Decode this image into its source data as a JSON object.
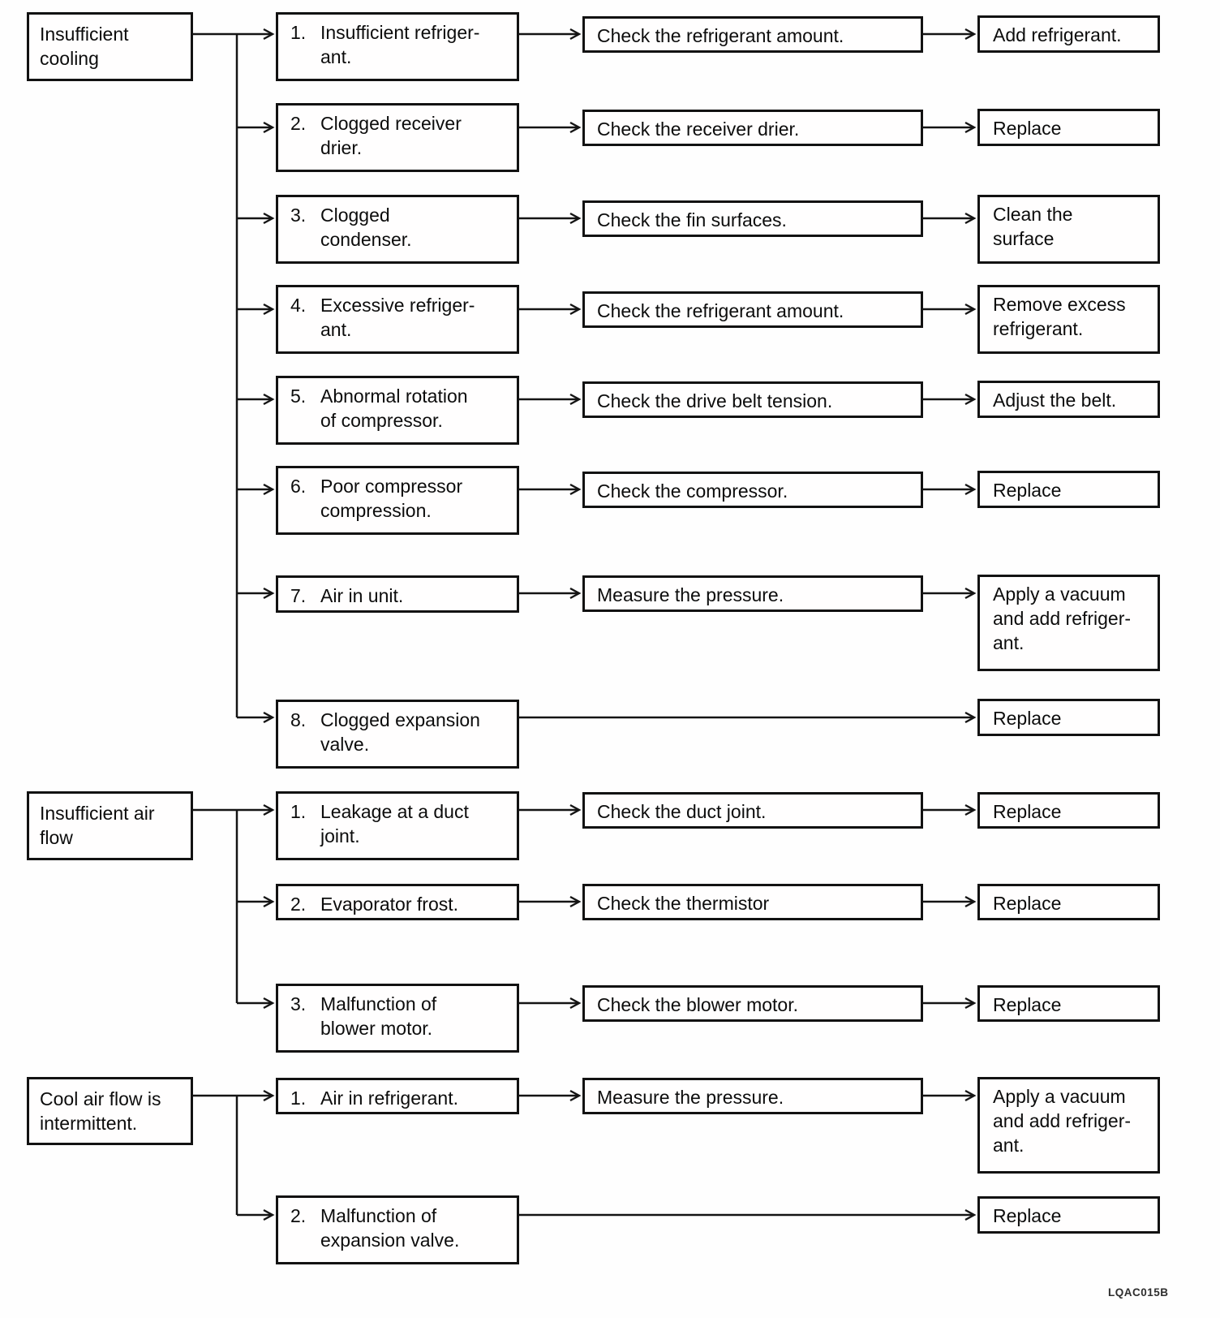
{
  "figure_code": "LQAC015B",
  "colors": {
    "line": "#141414",
    "box_border": "#121212",
    "background": "#fefefe"
  },
  "sections": [
    {
      "symptom": "Insufficient\ncooling",
      "rows": [
        {
          "num": "1.",
          "cause": "Insufficient refriger-\nant.",
          "check": "Check the refrigerant amount.",
          "remedy": "Add refrigerant."
        },
        {
          "num": "2.",
          "cause": "Clogged receiver\ndrier.",
          "check": "Check the receiver drier.",
          "remedy": "Replace"
        },
        {
          "num": "3.",
          "cause": "Clogged\ncondenser.",
          "check": "Check the fin surfaces.",
          "remedy": "Clean the\nsurface"
        },
        {
          "num": "4.",
          "cause": "Excessive refriger-\nant.",
          "check": "Check the refrigerant amount.",
          "remedy": "Remove excess\nrefrigerant."
        },
        {
          "num": "5.",
          "cause": "Abnormal rotation\nof compressor.",
          "check": "Check the drive belt tension.",
          "remedy": "Adjust the belt."
        },
        {
          "num": "6.",
          "cause": "Poor compressor\ncompression.",
          "check": "Check the compressor.",
          "remedy": "Replace"
        },
        {
          "num": "7.",
          "cause": "Air in unit.",
          "check": "Measure the pressure.",
          "remedy": "Apply a vacuum\nand add refriger-\nant."
        },
        {
          "num": "8.",
          "cause": "Clogged expansion\nvalve.",
          "remedy": "Replace"
        }
      ]
    },
    {
      "symptom": "Insufficient air\nflow",
      "rows": [
        {
          "num": "1.",
          "cause": "Leakage at a duct\njoint.",
          "check": "Check the duct joint.",
          "remedy": "Replace"
        },
        {
          "num": "2.",
          "cause": "Evaporator frost.",
          "check": "Check the thermistor",
          "remedy": "Replace"
        },
        {
          "num": "3.",
          "cause": "Malfunction of\nblower motor.",
          "check": "Check the blower motor.",
          "remedy": "Replace"
        }
      ]
    },
    {
      "symptom": "Cool air flow is\nintermittent.",
      "rows": [
        {
          "num": "1.",
          "cause": "Air in refrigerant.",
          "check": "Measure the pressure.",
          "remedy": "Apply a vacuum\nand add refriger-\nant."
        },
        {
          "num": "2.",
          "cause": "Malfunction of\nexpansion valve.",
          "remedy": "Replace"
        }
      ]
    }
  ]
}
